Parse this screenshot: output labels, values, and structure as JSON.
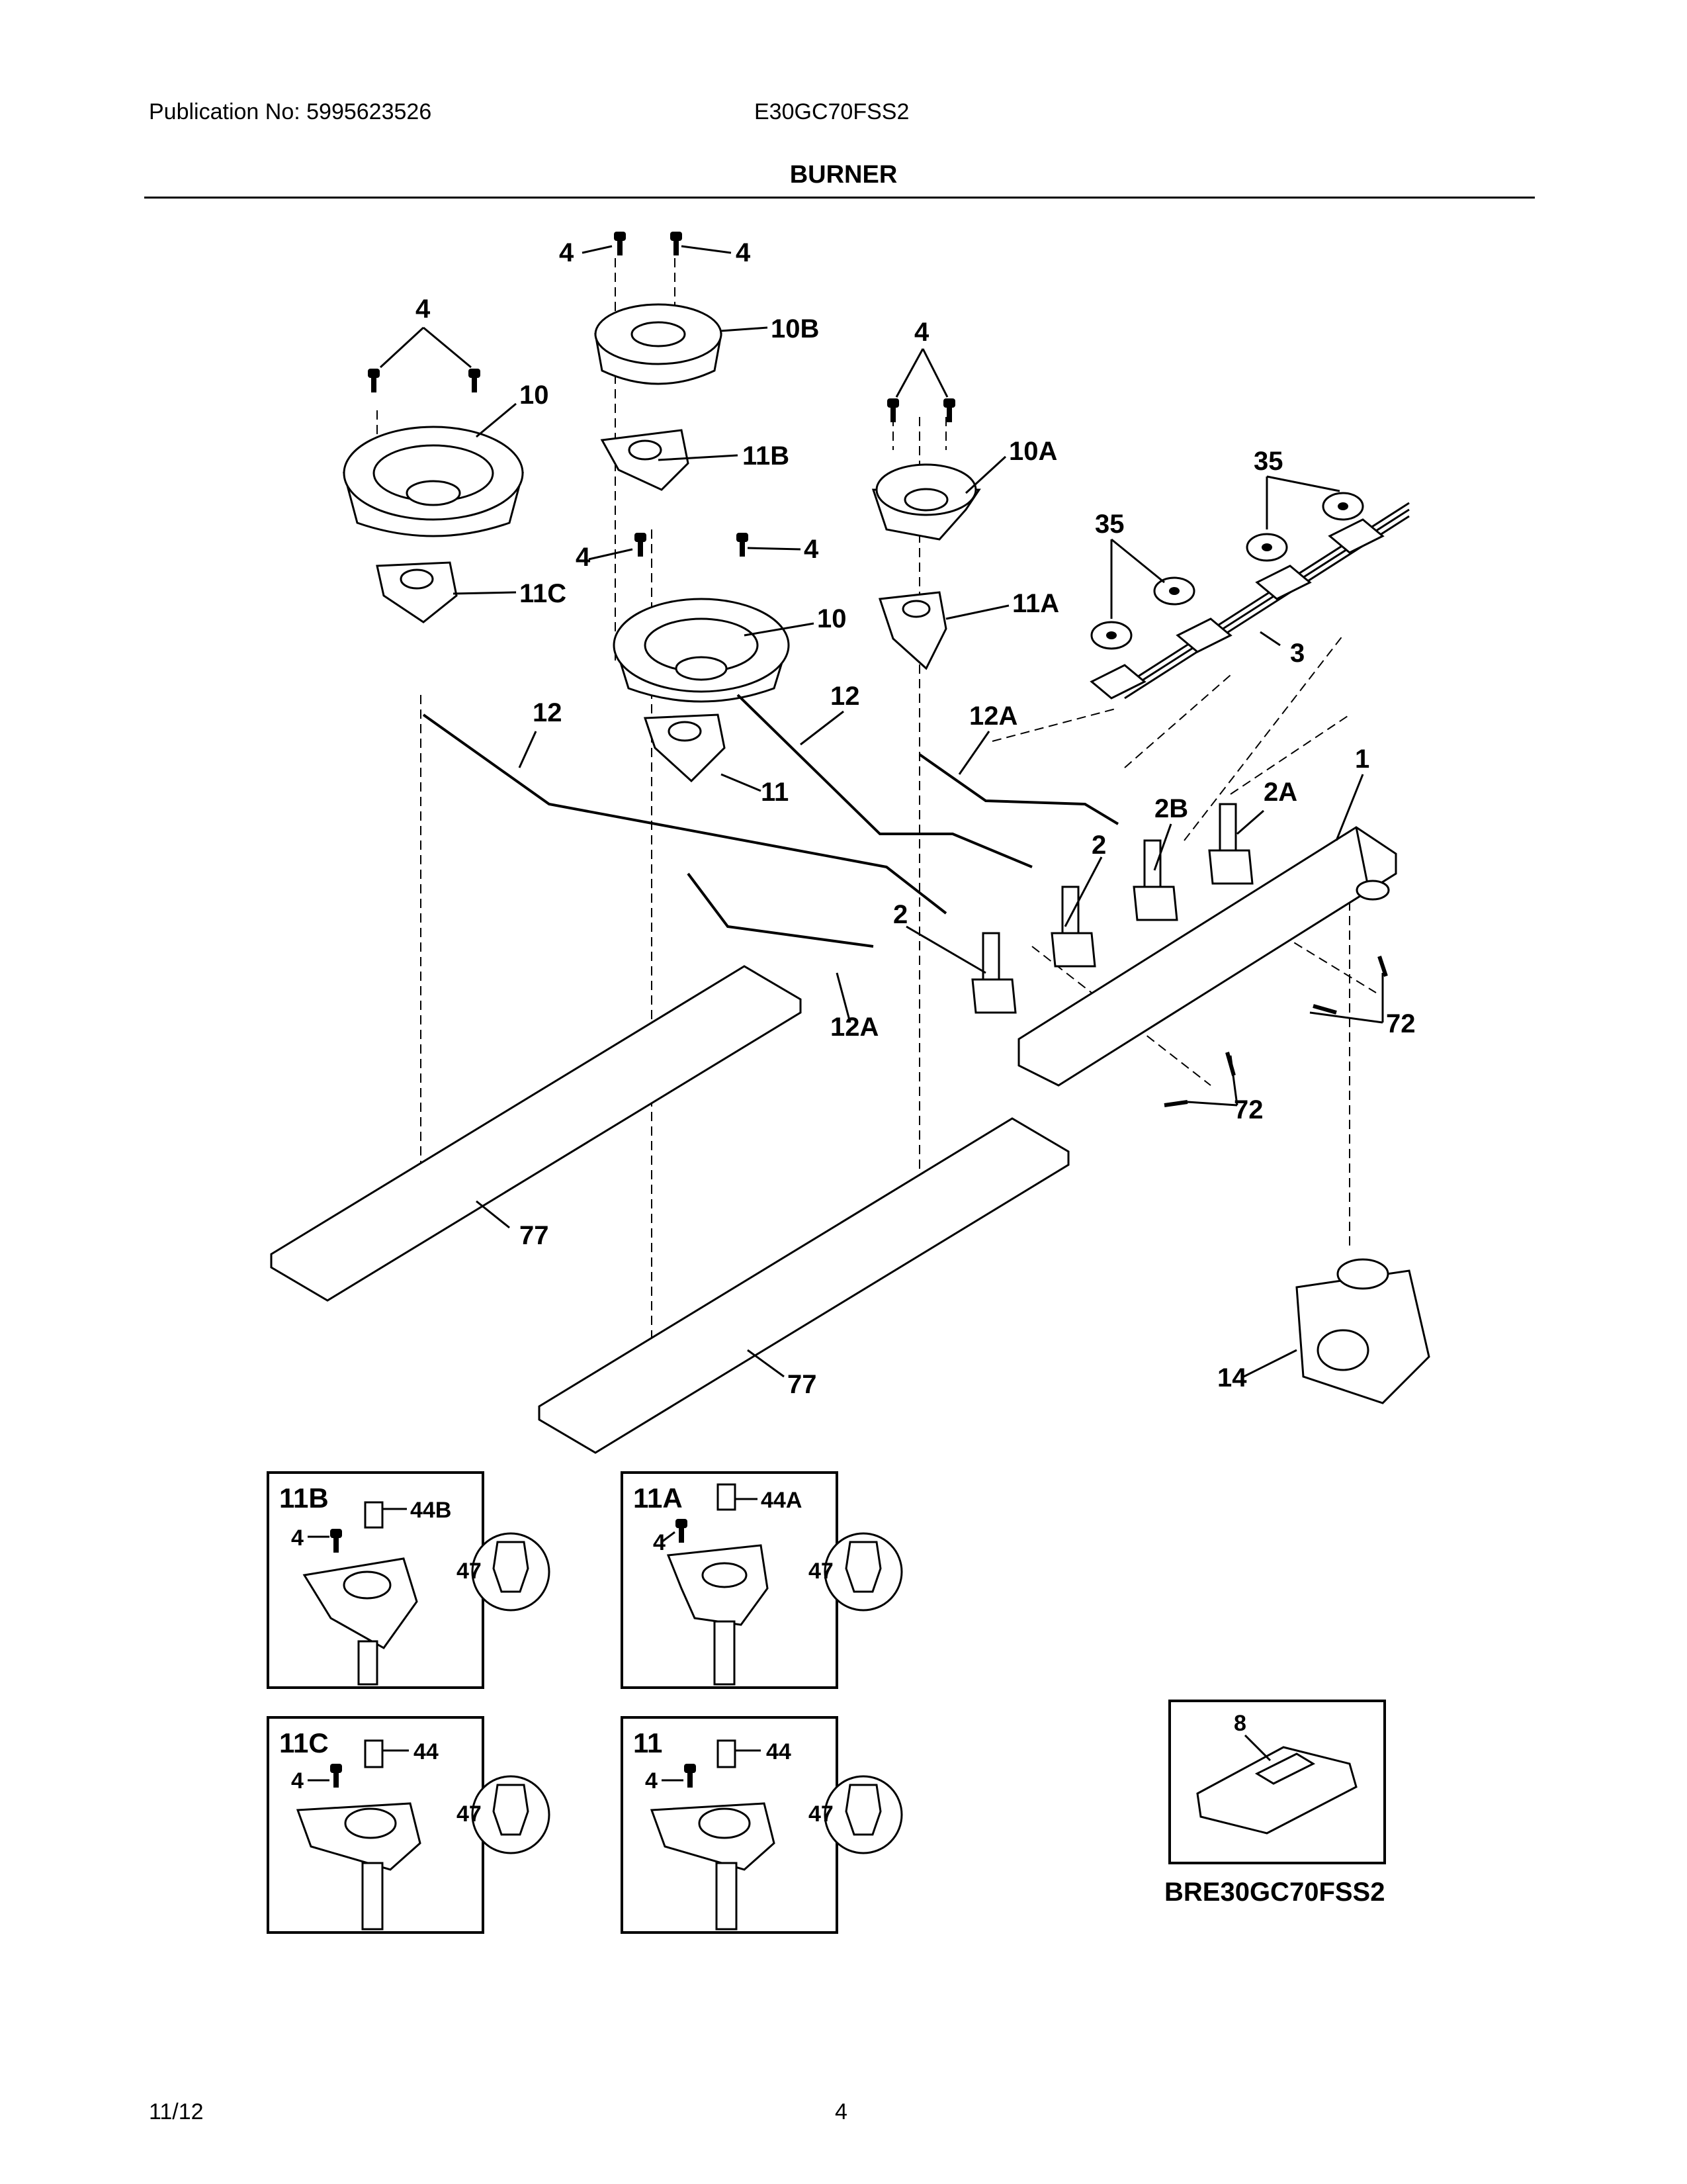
{
  "header": {
    "publication": "Publication No: 5995623526",
    "model": "E30GC70FSS2",
    "section_title": "BURNER"
  },
  "footer": {
    "date": "11/12",
    "page": "4"
  },
  "callouts": {
    "screw_4": "4",
    "cap_10": "10",
    "cap_10A": "10A",
    "cap_10B": "10B",
    "base_11": "11",
    "base_11A": "11A",
    "base_11B": "11B",
    "base_11C": "11C",
    "tube_12": "12",
    "tube_12A": "12A",
    "manifold_1": "1",
    "valve_2": "2",
    "valve_2A": "2A",
    "valve_2B": "2B",
    "harness_3": "3",
    "regulator_14": "14",
    "switch_35": "35",
    "screw_72": "72",
    "bracket_77": "77",
    "orifice_44": "44",
    "orifice_44A": "44A",
    "orifice_44B": "44B",
    "orifice_47": "47",
    "spark_module_8": "8"
  },
  "inset_codes": {
    "box_11B": "11B",
    "box_11A": "11A",
    "box_11C": "11C",
    "box_11": "11"
  },
  "variant_label": "BRE30GC70FSS2"
}
